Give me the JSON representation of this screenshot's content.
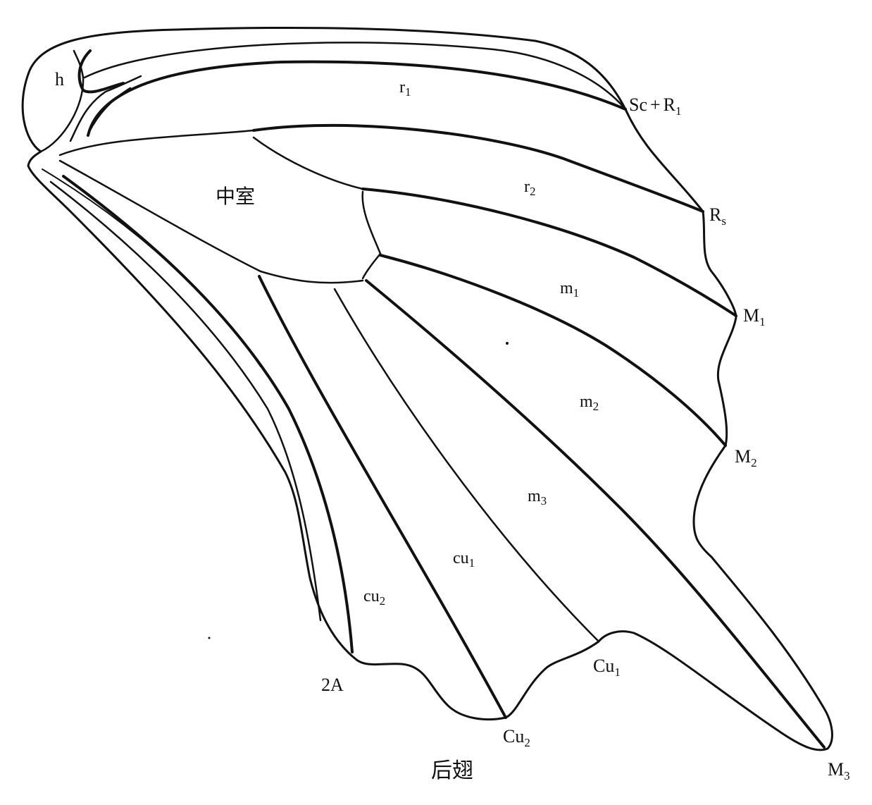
{
  "figure": {
    "title": "后翅"
  },
  "cells": {
    "r1": {
      "base": "r",
      "sub": "1"
    },
    "r2": {
      "base": "r",
      "sub": "2"
    },
    "discal": {
      "text": "中室"
    },
    "m1": {
      "base": "m",
      "sub": "1"
    },
    "m2": {
      "base": "m",
      "sub": "2"
    },
    "m3": {
      "base": "m",
      "sub": "3"
    },
    "cu1": {
      "base": "cu",
      "sub": "1"
    },
    "cu2": {
      "base": "cu",
      "sub": "2"
    }
  },
  "veins": {
    "h": {
      "text": "h"
    },
    "sc_r1": {
      "base_a": "Sc",
      "plus": "+",
      "base_b": "R",
      "sub": "1"
    },
    "rs": {
      "base": "R",
      "sub": "s"
    },
    "m1": {
      "base": "M",
      "sub": "1"
    },
    "m2": {
      "base": "M",
      "sub": "2"
    },
    "m3": {
      "base": "M",
      "sub": "3"
    },
    "cu1": {
      "base": "Cu",
      "sub": "1"
    },
    "cu2": {
      "base": "Cu",
      "sub": "2"
    },
    "a2": {
      "text": "2A"
    }
  },
  "colors": {
    "ink": "#111111",
    "paper": "#ffffff"
  }
}
